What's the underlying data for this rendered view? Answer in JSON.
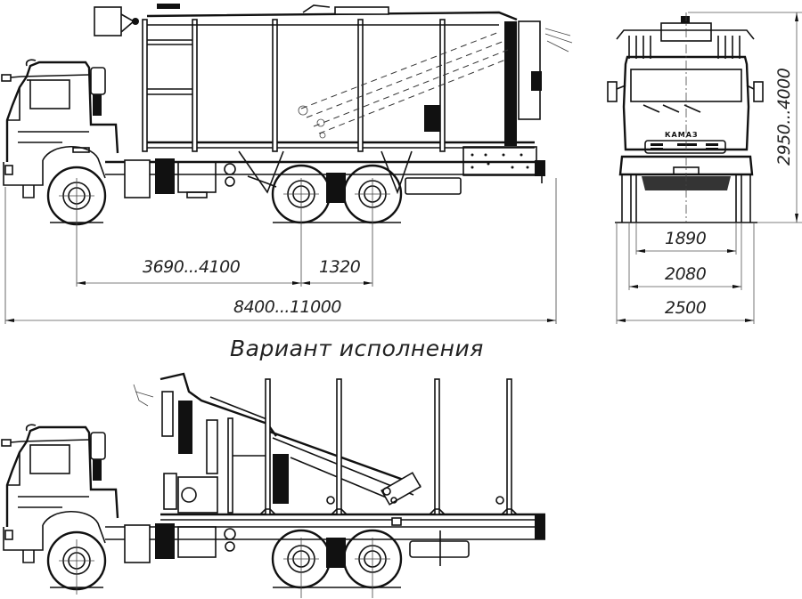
{
  "drawing": {
    "subject": "Timber truck with hydraulic crane — side and front views",
    "variant_caption": "Вариант исполнения",
    "front_view": {
      "logo_text": "КАМАЗ"
    },
    "dimensions": {
      "front_axle_to_bogie": "3690...4100",
      "bogie_spacing": "1320",
      "overall_length": "8400...11000",
      "track_width": "1890",
      "axle_width": "2080",
      "overall_width": "2500",
      "overall_height": "2950...4000"
    },
    "views": [
      {
        "id": "side-view-main",
        "label": "Side view, crane behind load area"
      },
      {
        "id": "front-view",
        "label": "Front view"
      },
      {
        "id": "side-view-variant",
        "label": "Side view variant, crane behind cab"
      }
    ]
  }
}
